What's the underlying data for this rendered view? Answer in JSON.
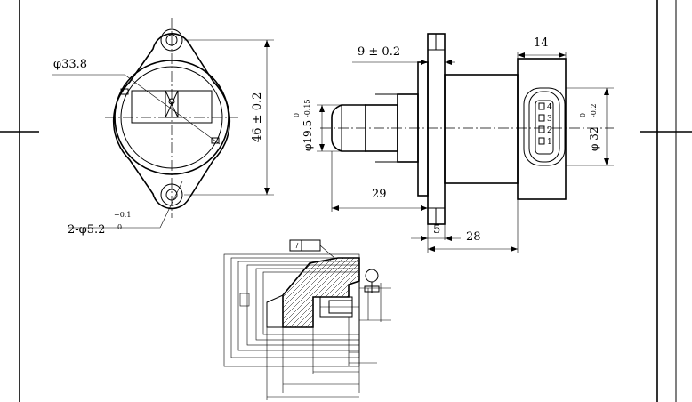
{
  "front_view": {
    "dia_body": "φ33.8",
    "height": "46 ± 0.2",
    "mount_holes_main": "2-φ5.2",
    "mount_holes_tol_upper": "+0.1",
    "mount_holes_tol_lower": "0"
  },
  "side_view": {
    "flange_thickness": "9 ± 0.2",
    "connector_width": "14",
    "plunger_dia_main": "φ19.5",
    "plunger_dia_tol_upper": "0",
    "plunger_dia_tol_lower": "-0.15",
    "connector_dia_main": "φ 32",
    "connector_dia_tol_upper": "0",
    "connector_dia_tol_lower": "-0.2",
    "plunger_length": "29",
    "flange_gap": "5",
    "body_length": "28",
    "pins": [
      "4",
      "3",
      "2",
      "1"
    ]
  }
}
